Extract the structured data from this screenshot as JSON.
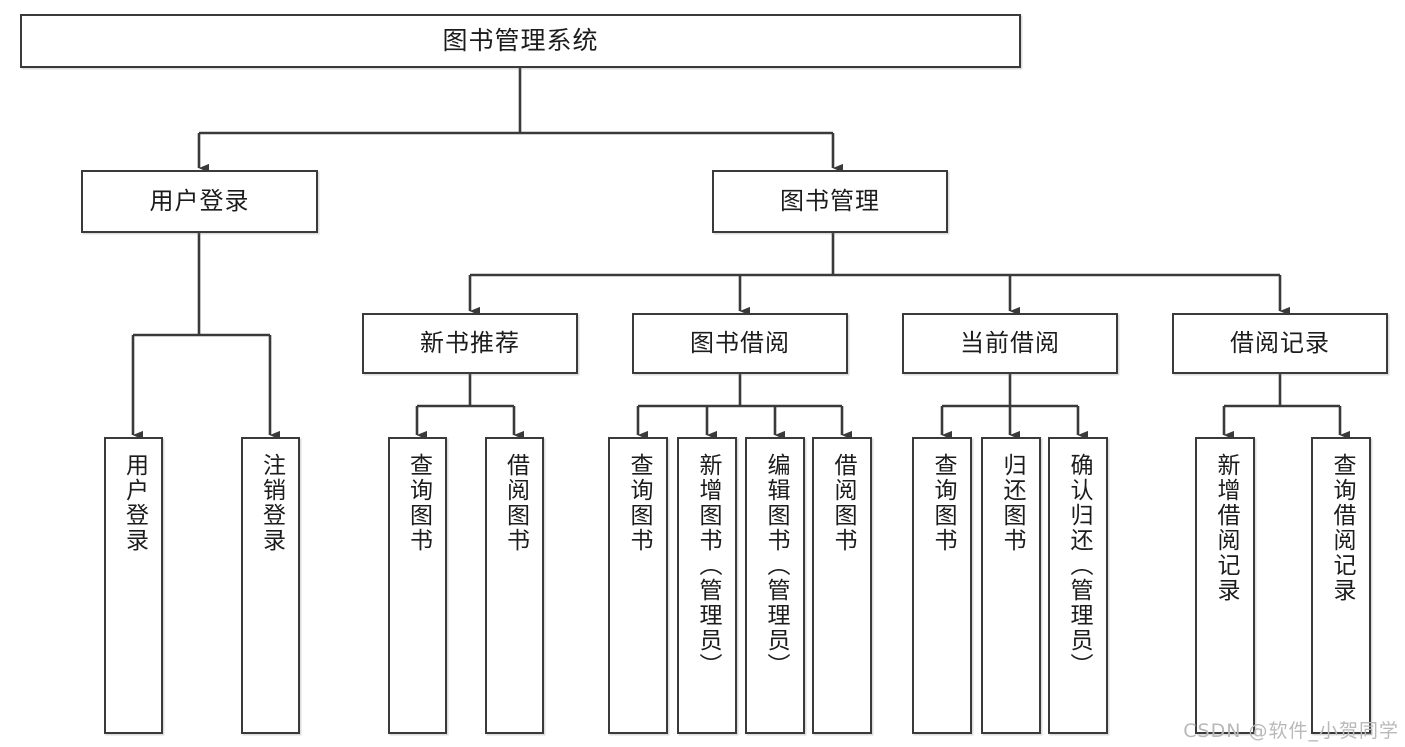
{
  "diagram": {
    "title": "图书管理系统",
    "type": "tree",
    "watermark": "CSDN @软件_小贺同学",
    "colors": {
      "stroke": "#3a3a3a",
      "box_fill": "#ffffff",
      "text": "#1c1c1c",
      "watermark": "#b9b9b9",
      "background": "#ffffff"
    },
    "nodes": {
      "root": {
        "label": "图书管理系统"
      },
      "level2": [
        {
          "label": "用户登录"
        },
        {
          "label": "图书管理"
        }
      ],
      "level3": [
        {
          "label": "新书推荐"
        },
        {
          "label": "图书借阅"
        },
        {
          "label": "当前借阅"
        },
        {
          "label": "借阅记录"
        }
      ],
      "leaves": {
        "user_login": [
          {
            "label": "用户登录"
          },
          {
            "label": "注销登录"
          }
        ],
        "new_book_recommend": [
          {
            "label": "查询图书"
          },
          {
            "label": "借阅图书"
          }
        ],
        "book_borrow": [
          {
            "label": "查询图书"
          },
          {
            "label": "新增图书（管理员）"
          },
          {
            "label": "编辑图书（管理员）"
          },
          {
            "label": "借阅图书"
          }
        ],
        "current_borrow": [
          {
            "label": "查询图书"
          },
          {
            "label": "归还图书"
          },
          {
            "label": "确认归还（管理员）"
          }
        ],
        "borrow_record": [
          {
            "label": "新增借阅记录"
          },
          {
            "label": "查询借阅记录"
          }
        ]
      }
    }
  }
}
